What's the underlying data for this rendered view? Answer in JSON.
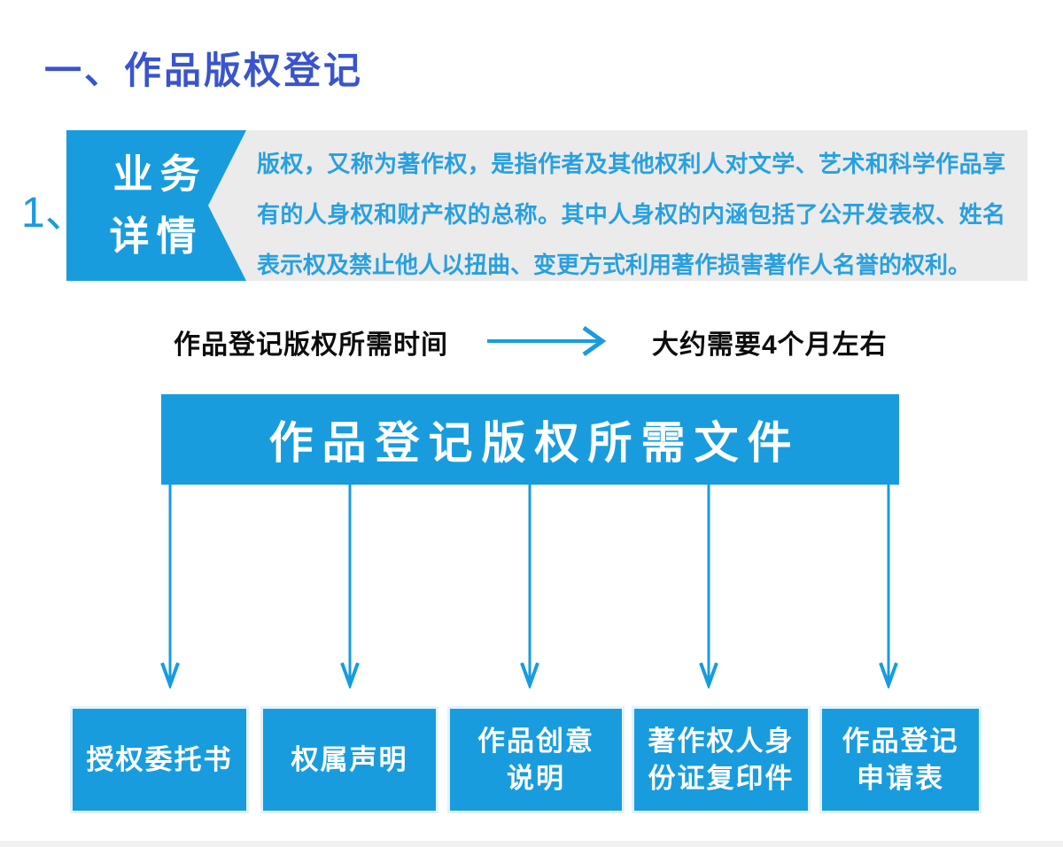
{
  "header": {
    "title": "一、作品版权登记"
  },
  "business": {
    "item_number": "1、",
    "label_lines": [
      "业务",
      "详情"
    ],
    "description": "版权，又称为著作权，是指作者及其他权利人对文学、艺术和科学作品享有的人身权和财产权的总称。其中人身权的内涵包括了公开发表权、姓名表示权及禁止他人以扭曲、变更方式利用著作损害著作人名誉的权利。"
  },
  "time_row": {
    "label": "作品登记版权所需时间",
    "value": "大约需要4个月左右"
  },
  "documents": {
    "banner": "作品登记版权所需文件",
    "items": [
      [
        "授权委托书"
      ],
      [
        "权属声明"
      ],
      [
        "作品创意",
        "说明"
      ],
      [
        "著作权人身",
        "份证复印件"
      ],
      [
        "作品登记",
        "申请表"
      ]
    ]
  },
  "icons": {
    "right_arrow": "right-arrow",
    "down_arrow": "down-arrow"
  },
  "colors": {
    "azure": "#189CDE",
    "title_blue": "#3A54CE",
    "panel_gray": "#EBEBEB",
    "text_black": "#0D0D0D",
    "description_blue": "#28A0E0"
  }
}
